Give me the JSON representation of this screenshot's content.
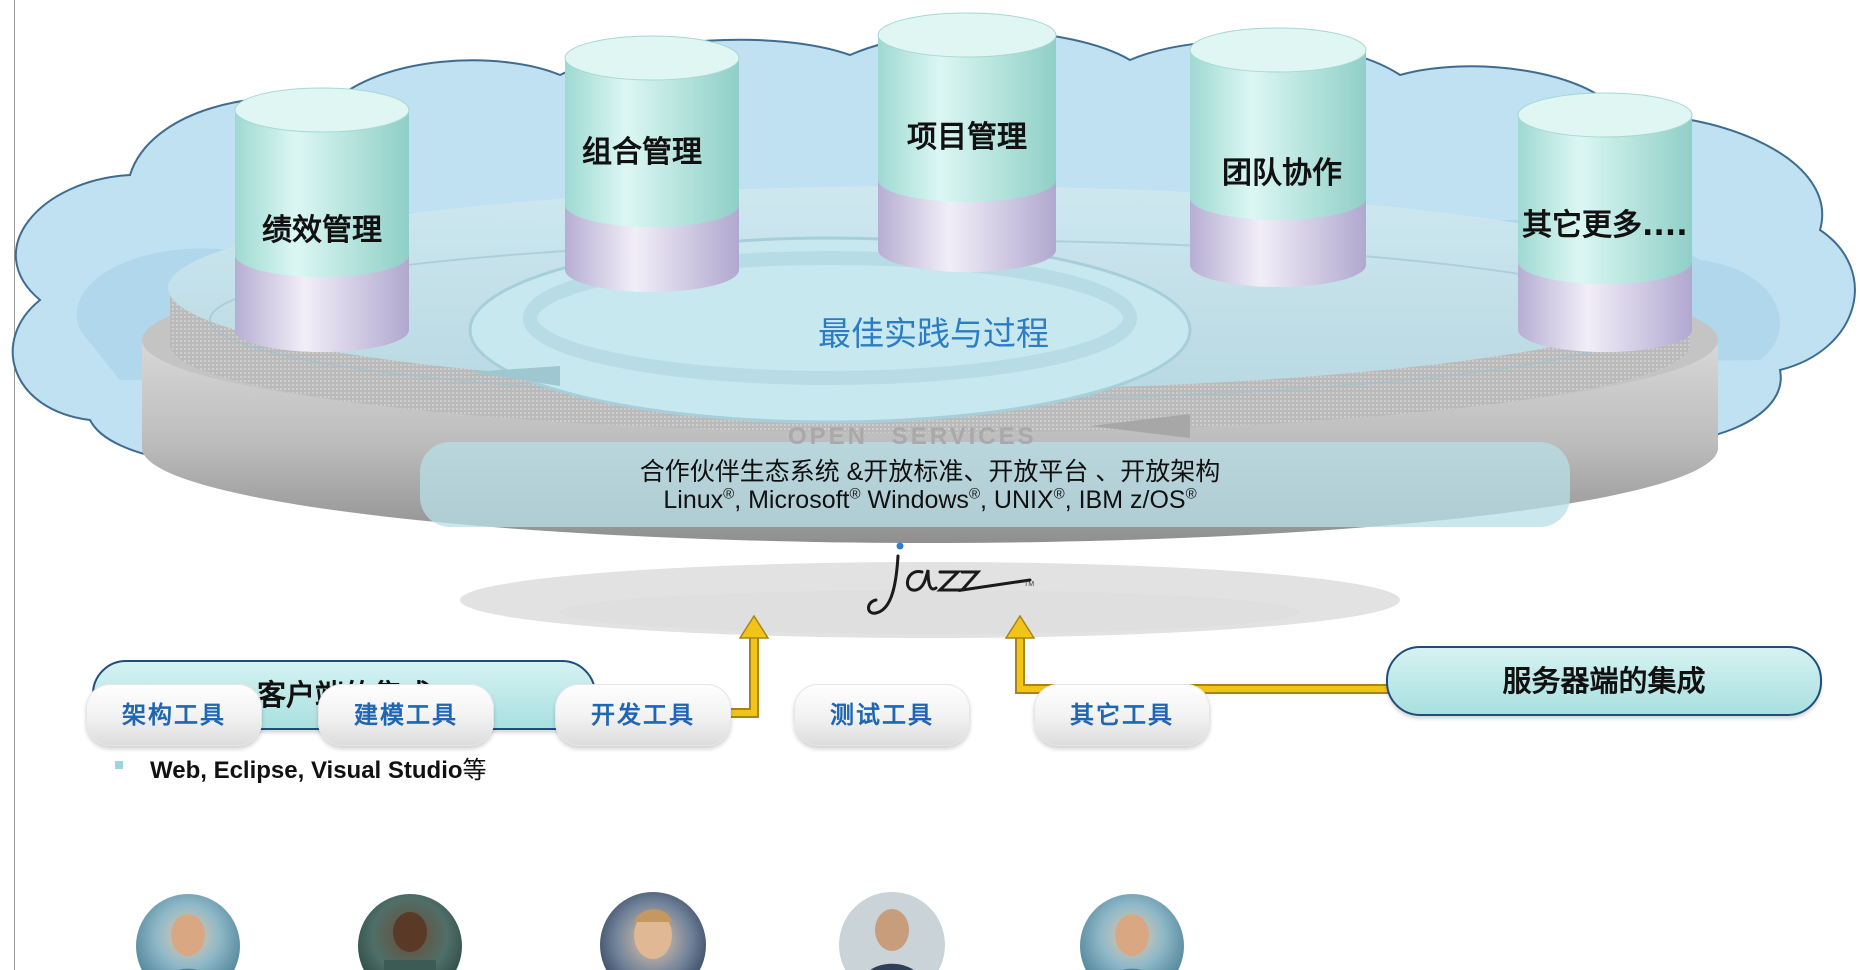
{
  "modules": [
    {
      "label": "绩效管理"
    },
    {
      "label": "组合管理"
    },
    {
      "label": "项目管理"
    },
    {
      "label": "团队协作"
    },
    {
      "label": "其它更多...."
    }
  ],
  "platform": {
    "title": "最佳实践与过程",
    "open_services": "OPEN SERVICES",
    "ecosystem_line": "合作伙伴生态系统 &开放标准、开放平台 、开放架构",
    "os_line": {
      "linux": "Linux",
      "microsoft": "Microsoft",
      "windows": "Windows",
      "unix": "UNIX",
      "ibm": "IBM z/OS",
      "reg": "®",
      "sep": ", "
    },
    "brand": "Jazz"
  },
  "integration": {
    "client": "客户端的集成",
    "server": "服务器端的集成"
  },
  "bullet": {
    "bold": "Web, Eclipse, Visual Studio",
    "suffix": "等"
  },
  "tools": [
    {
      "label": "架构工具"
    },
    {
      "label": "建模工具"
    },
    {
      "label": "开发工具"
    },
    {
      "label": "测试工具"
    },
    {
      "label": "其它工具"
    }
  ],
  "colors": {
    "cylinder_top": "#c8eeea",
    "cylinder_band": "#d7cfe6",
    "cloud": "#bfe1f1",
    "platform_gray": "#b8b8b8",
    "title_blue": "#2b7cc4",
    "tool_text": "#1f66b3",
    "arrow": "#f2c318"
  }
}
